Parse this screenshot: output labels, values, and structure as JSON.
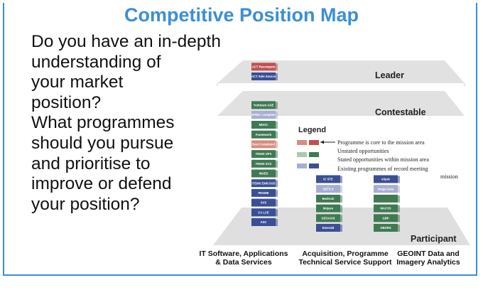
{
  "title": "Competitive Position Map",
  "question_lines": [
    "Do you have an in-depth",
    "understanding of",
    "your market",
    "position?",
    "What programmes",
    "should you pursue",
    "and prioritise to",
    "improve or defend",
    "your position?"
  ],
  "tiers": {
    "leader": "Leader",
    "contestable": "Contestable",
    "participant": "Participant"
  },
  "legend": {
    "title": "Legend",
    "items": [
      "Programme is core to the mission area",
      "Unstated opportunities",
      "Stated opportunities within mission area",
      "Existing programmes of record meeting",
      "mission"
    ]
  },
  "columns": [
    {
      "label_lines": [
        "IT Software, Applications",
        "& Data Services"
      ],
      "leader_blocks": [
        {
          "label": "ACT Recompete",
          "color": "red"
        },
        {
          "label": "ACT Sole Source",
          "color": "blue"
        }
      ],
      "contestable_blocks": [
        {
          "label": "Yorktown GSE",
          "color": "green"
        },
        {
          "label": "DPRE / complete",
          "color": "lavender"
        }
      ],
      "participant_blocks": [
        {
          "label": "MDOC",
          "color": "green"
        },
        {
          "label": "Framework",
          "color": "green"
        },
        {
          "label": "Best Completed",
          "color": "salmon"
        },
        {
          "label": "ITEMS UPS",
          "color": "green"
        },
        {
          "label": "ITEMS SCS",
          "color": "green"
        },
        {
          "label": "WUED",
          "color": "green"
        },
        {
          "label": "ITEMS EM/CSSS",
          "color": "blue"
        },
        {
          "label": "PEOME",
          "color": "blue"
        },
        {
          "label": "SVS",
          "color": "blue"
        },
        {
          "label": "CA LCE",
          "color": "blue"
        },
        {
          "label": "ASC",
          "color": "blue"
        }
      ]
    },
    {
      "label_lines": [
        "Acquisition, Programme",
        "Technical Service Support"
      ],
      "participant_blocks": [
        {
          "label": "IC STE",
          "color": "blue"
        },
        {
          "label": "SETS II",
          "color": "lavender"
        },
        {
          "label": "Bedrock",
          "color": "green"
        },
        {
          "label": "Mojave",
          "color": "green"
        },
        {
          "label": "GEOAXIS",
          "color": "green"
        },
        {
          "label": "Emerald",
          "color": "blue"
        }
      ]
    },
    {
      "label_lines": [
        "GEOINT Data and",
        "Imagery Analytics"
      ],
      "participant_blocks": [
        {
          "label": "eSpot",
          "color": "blue"
        },
        {
          "label": "Image Data",
          "color": "lavender"
        },
        {
          "label": "",
          "color": "green"
        },
        {
          "label": "MACSS",
          "color": "green"
        },
        {
          "label": "GBP",
          "color": "green"
        },
        {
          "label": "OBORS",
          "color": "green"
        }
      ]
    }
  ],
  "colors": {
    "accent": "#3a8fd6",
    "red": "#c05050",
    "blue": "#3a4f94",
    "green": "#3f7a52",
    "lavender": "#a7aed3",
    "salmon": "#d98b80",
    "plane": "#dcdcdc"
  }
}
